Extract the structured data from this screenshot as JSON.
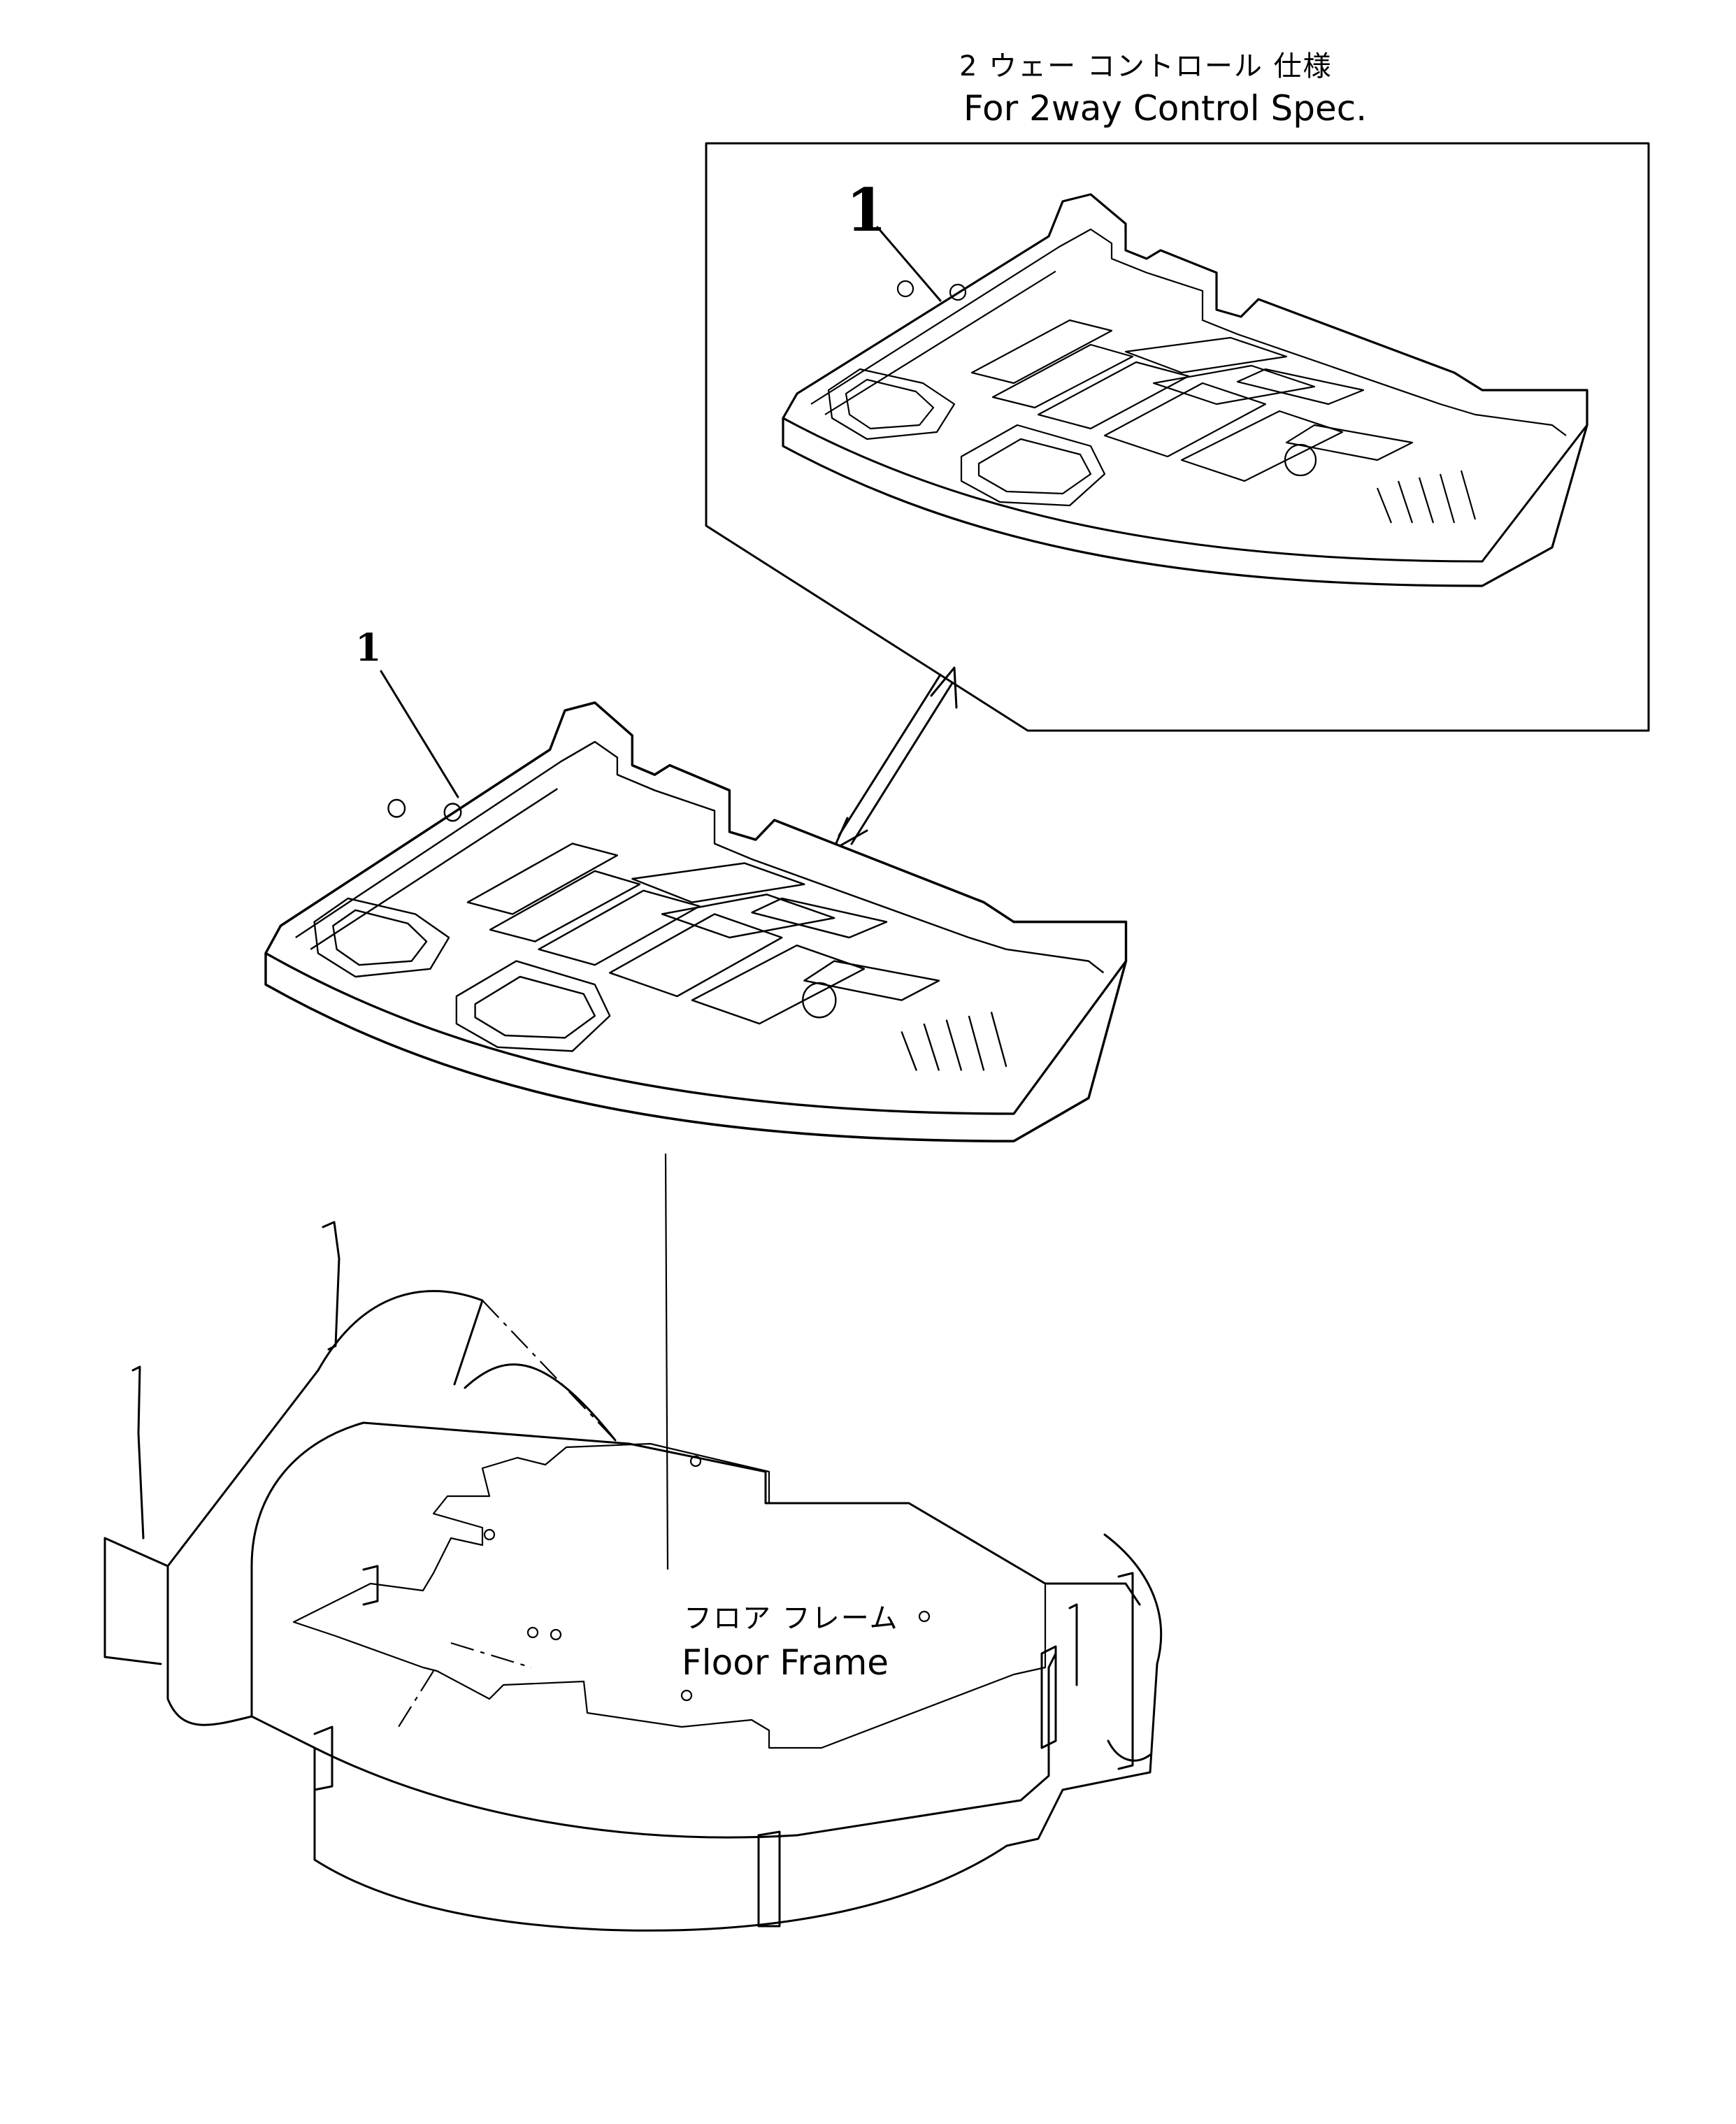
{
  "inset": {
    "caption_jp": "2 ウェー コントロール 仕様",
    "caption_en": "For 2way Control Spec."
  },
  "callouts": {
    "inset_part": "1",
    "main_part": "1"
  },
  "floor_frame": {
    "label_jp": "フロア フレーム",
    "label_en": "Floor Frame"
  }
}
